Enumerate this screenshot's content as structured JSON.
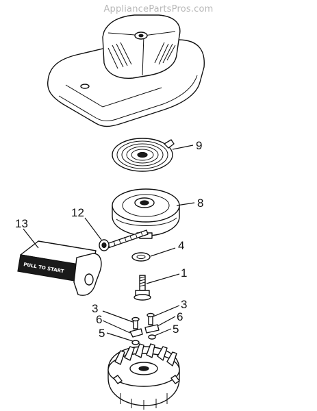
{
  "watermark": "AppliancePartsPros.com",
  "handle_text": "PULL TO START",
  "callouts": [
    {
      "id": "9",
      "text": "9"
    },
    {
      "id": "8",
      "text": "8"
    },
    {
      "id": "12",
      "text": "12"
    },
    {
      "id": "13",
      "text": "13"
    },
    {
      "id": "4",
      "text": "4"
    },
    {
      "id": "1",
      "text": "1"
    },
    {
      "id": "3L",
      "text": "3"
    },
    {
      "id": "3R",
      "text": "3"
    },
    {
      "id": "6L",
      "text": "6"
    },
    {
      "id": "6R",
      "text": "6"
    },
    {
      "id": "5L",
      "text": "5"
    },
    {
      "id": "5R",
      "text": "5"
    }
  ]
}
